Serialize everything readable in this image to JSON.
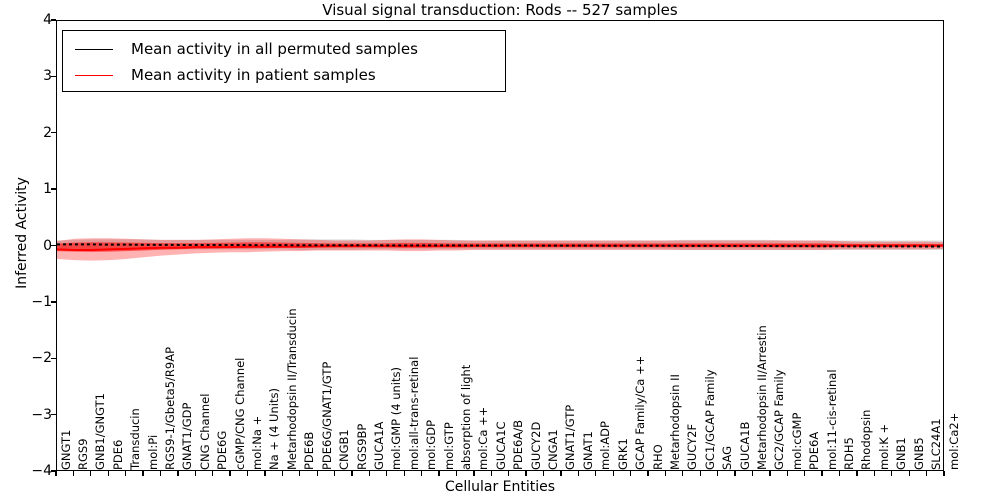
{
  "chart_data": {
    "type": "line",
    "title": "Visual signal transduction: Rods -- 527 samples",
    "xlabel": "Cellular Entities",
    "ylabel": "Inferred Activity",
    "ylim": [
      -4,
      4
    ],
    "yticks": [
      4,
      3,
      2,
      1,
      0,
      -1,
      -2,
      -3,
      -4
    ],
    "ytick_labels": [
      "4",
      "3",
      "2",
      "1",
      "0",
      "−1",
      "−2",
      "−3",
      "−4"
    ],
    "grid": false,
    "legend_position": "upper left",
    "sample_count": 527,
    "categories": [
      "GNGT1",
      "RGS9",
      "GNB1/GNGT1",
      "PDE6",
      "Transducin",
      "mol:Pi",
      "RGS9-1/Gbeta5/R9AP",
      "GNAT1/GDP",
      "CNG Channel",
      "PDE6G",
      "cGMP/CNG Channel",
      "mol:Na +",
      "Na + (4 Units)",
      "Metarhodopsin II/Transducin",
      "PDE6B",
      "PDE6G/GNAT1/GTP",
      "CNGB1",
      "RGS9BP",
      "GUCA1A",
      "mol:GMP (4 units)",
      "mol:all-trans-retinal",
      "mol:GDP",
      "mol:GTP",
      "absorption of light",
      "mol:Ca ++",
      "GUCA1C",
      "PDE6A/B",
      "GUCY2D",
      "CNGA1",
      "GNAT1/GTP",
      "GNAT1",
      "mol:ADP",
      "GRK1",
      "GCAP Family/Ca ++",
      "RHO",
      "Metarhodopsin II",
      "GUCY2F",
      "GC1/GCAP Family",
      "SAG",
      "GUCA1B",
      "Metarhodopsin II/Arrestin",
      "GC2/GCAP Family",
      "mol:cGMP",
      "PDE6A",
      "mol:11-cis-retinal",
      "RDH5",
      "Rhodopsin",
      "mol:K +",
      "GNB1",
      "GNB5",
      "SLC24A1",
      "mol:Ca2+"
    ],
    "series": [
      {
        "name": "Mean activity in all permuted samples",
        "color": "#000000",
        "style": "dotted",
        "values": [
          0.02,
          0.02,
          0.02,
          0.015,
          0.015,
          0.012,
          0.012,
          0.01,
          0.01,
          0.01,
          0.008,
          0.008,
          0.006,
          0.006,
          0.005,
          0.005,
          0.004,
          0.004,
          0.004,
          0.003,
          0.003,
          0.002,
          0.002,
          0.002,
          0.0,
          0.0,
          0.0,
          0.0,
          -0.002,
          -0.002,
          -0.003,
          -0.003,
          -0.004,
          -0.004,
          -0.005,
          -0.005,
          -0.006,
          -0.006,
          -0.008,
          -0.008,
          -0.01,
          -0.01,
          -0.012,
          -0.012,
          -0.013,
          -0.014,
          -0.015,
          -0.015,
          -0.016,
          -0.016,
          -0.017,
          -0.018
        ],
        "band_color": "#b0b0b0",
        "band_upper": [
          0.09,
          0.1,
          0.11,
          0.11,
          0.11,
          0.11,
          0.1,
          0.1,
          0.1,
          0.1,
          0.1,
          0.1,
          0.1,
          0.1,
          0.11,
          0.11,
          0.11,
          0.11,
          0.1,
          0.1,
          0.1,
          0.1,
          0.1,
          0.1,
          0.09,
          0.09,
          0.09,
          0.09,
          0.09,
          0.09,
          0.09,
          0.09,
          0.09,
          0.09,
          0.09,
          0.09,
          0.1,
          0.1,
          0.1,
          0.1,
          0.1,
          0.1,
          0.09,
          0.09,
          0.09,
          0.09,
          0.09,
          0.09,
          0.09,
          0.09,
          0.09,
          0.09
        ],
        "band_lower": [
          -0.05,
          -0.06,
          -0.07,
          -0.07,
          -0.07,
          -0.07,
          -0.07,
          -0.07,
          -0.07,
          -0.07,
          -0.07,
          -0.07,
          -0.07,
          -0.07,
          -0.08,
          -0.08,
          -0.08,
          -0.08,
          -0.07,
          -0.07,
          -0.07,
          -0.07,
          -0.07,
          -0.07,
          -0.07,
          -0.07,
          -0.07,
          -0.07,
          -0.07,
          -0.07,
          -0.07,
          -0.07,
          -0.07,
          -0.07,
          -0.07,
          -0.07,
          -0.08,
          -0.08,
          -0.08,
          -0.08,
          -0.08,
          -0.08,
          -0.08,
          -0.08,
          -0.08,
          -0.08,
          -0.08,
          -0.08,
          -0.08,
          -0.08,
          -0.08,
          -0.08
        ]
      },
      {
        "name": "Mean activity in patient samples",
        "color": "#ff0000",
        "style": "solid",
        "values": [
          -0.07,
          -0.08,
          -0.08,
          -0.07,
          -0.06,
          -0.05,
          -0.04,
          -0.04,
          -0.03,
          -0.03,
          -0.03,
          -0.02,
          -0.02,
          -0.02,
          -0.02,
          -0.015,
          -0.01,
          -0.01,
          -0.01,
          -0.01,
          -0.01,
          -0.008,
          -0.008,
          -0.006,
          -0.005,
          -0.004,
          -0.003,
          -0.003,
          -0.002,
          -0.002,
          -0.002,
          -0.002,
          -0.001,
          -0.001,
          -0.001,
          -0.001,
          0.0,
          0.0,
          0.0,
          0.0,
          0.0,
          0.0,
          0.0,
          0.0,
          0.0,
          0.0,
          0.0,
          0.0,
          0.0,
          0.0,
          0.0,
          0.0
        ],
        "band_color": "#ff0000",
        "band_upper": [
          0.08,
          0.12,
          0.13,
          0.13,
          0.12,
          0.11,
          0.1,
          0.1,
          0.1,
          0.11,
          0.12,
          0.13,
          0.13,
          0.12,
          0.11,
          0.1,
          0.09,
          0.09,
          0.09,
          0.1,
          0.11,
          0.11,
          0.1,
          0.09,
          0.09,
          0.09,
          0.09,
          0.09,
          0.09,
          0.09,
          0.09,
          0.09,
          0.09,
          0.09,
          0.09,
          0.09,
          0.09,
          0.09,
          0.09,
          0.09,
          0.09,
          0.09,
          0.09,
          0.09,
          0.09,
          0.08,
          0.07,
          0.07,
          0.07,
          0.07,
          0.07,
          0.06
        ],
        "band_lower": [
          -0.24,
          -0.26,
          -0.27,
          -0.26,
          -0.24,
          -0.21,
          -0.18,
          -0.16,
          -0.14,
          -0.13,
          -0.12,
          -0.12,
          -0.11,
          -0.1,
          -0.1,
          -0.09,
          -0.09,
          -0.09,
          -0.09,
          -0.09,
          -0.1,
          -0.1,
          -0.09,
          -0.09,
          -0.08,
          -0.08,
          -0.08,
          -0.08,
          -0.08,
          -0.08,
          -0.08,
          -0.08,
          -0.08,
          -0.08,
          -0.08,
          -0.08,
          -0.08,
          -0.08,
          -0.08,
          -0.08,
          -0.08,
          -0.08,
          -0.08,
          -0.08,
          -0.08,
          -0.07,
          -0.07,
          -0.07,
          -0.07,
          -0.07,
          -0.07,
          -0.06
        ]
      }
    ]
  },
  "legend": {
    "items": [
      {
        "label": "Mean activity in all permuted samples",
        "color": "#000000"
      },
      {
        "label": "Mean activity in patient samples",
        "color": "#ff0000"
      }
    ]
  }
}
